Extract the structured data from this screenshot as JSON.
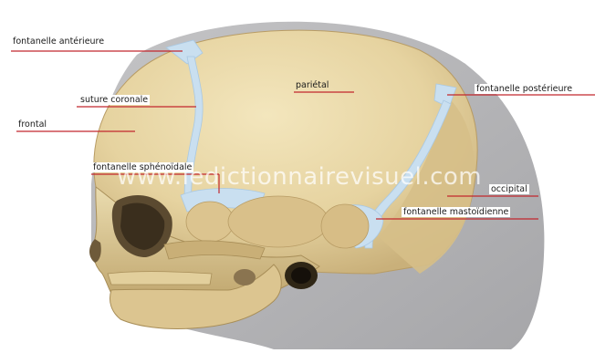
{
  "labels": {
    "anterior_fontanelle": "fontanelle antérieure",
    "coronal_suture": "suture coronale",
    "frontal": "frontal",
    "parietal": "pariétal",
    "posterior_fontanelle": "fontanelle postérieure",
    "sphenoidal_fontanelle": "fontanelle sphénoïdale",
    "occipital": "occipital",
    "mastoid_fontanelle": "fontanelle mastoïdienne"
  },
  "watermark": "www.ledictionnairevisuel.com",
  "colors": {
    "bone": "#e9d8a8",
    "bone_shadow": "#c9b07a",
    "fontanelle": "#c9dff0",
    "head_outline": "#b7b7b9",
    "leader_line": "#c2272d"
  }
}
